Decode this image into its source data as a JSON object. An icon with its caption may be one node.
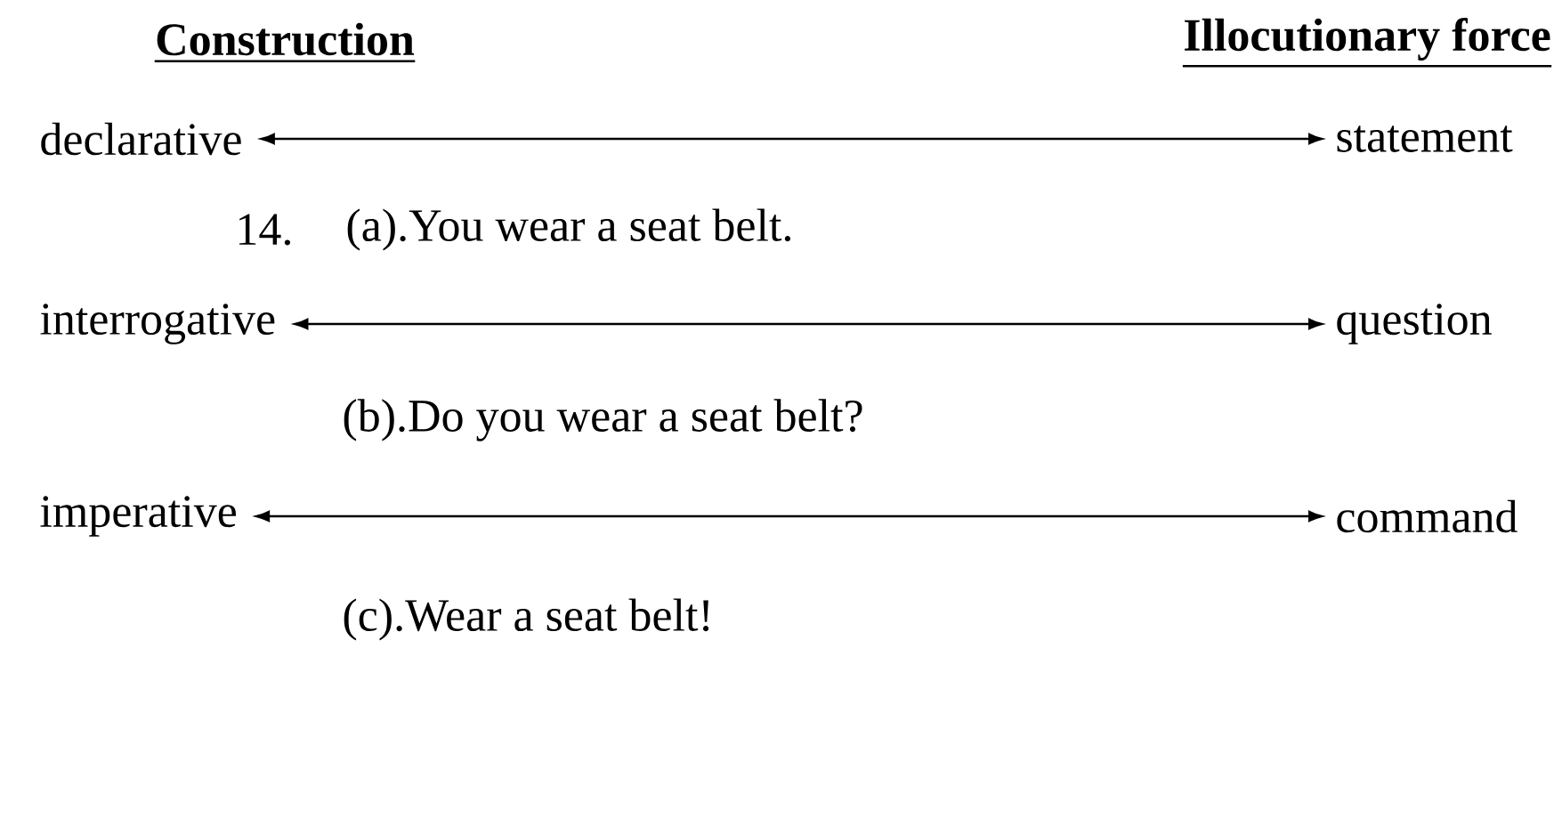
{
  "diagram": {
    "nodes": [
      {
        "text": [
          "declarative"
        ]
      },
      {
        "text": [
          "statement"
        ]
      },
      {
        "text": [
          "interrogative"
        ]
      },
      {
        "text": [
          "question"
        ]
      },
      {
        "text": [
          "imperative"
        ]
      },
      {
        "text": [
          "command"
        ]
      }
    ],
    "edges": [
      {
        "from": 0,
        "to": 1,
        "arrow": "both"
      },
      {
        "from": 2,
        "to": 3,
        "arrow": "both"
      },
      {
        "from": 4,
        "to": 5,
        "arrow": "both"
      }
    ],
    "labels": [
      "Construction",
      "Illocutionary force",
      "14.",
      "(a).You wear a seat belt.",
      "(b).Do you wear a seat belt?",
      "(c).Wear a seat belt!"
    ]
  }
}
